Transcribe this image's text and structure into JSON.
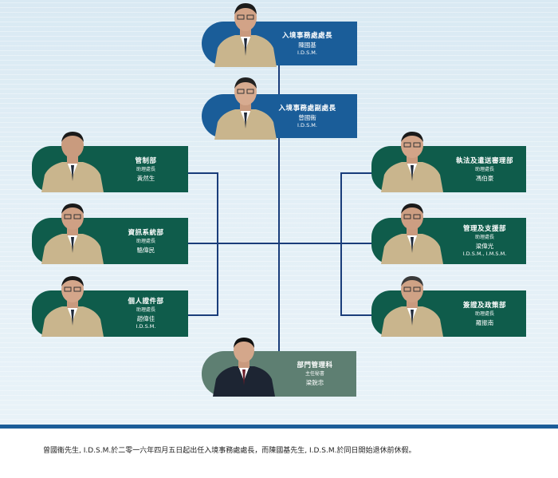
{
  "org_chart": {
    "director": {
      "title": "入境事務處處長",
      "name": "陳國基",
      "honours": "I.D.S.M."
    },
    "deputy": {
      "title": "入境事務處副處長",
      "name": "曾國衞",
      "honours": "I.D.S.M."
    },
    "left_branches": [
      {
        "title": "管制部",
        "rank": "助理處長",
        "name": "黃然生",
        "honours": ""
      },
      {
        "title": "資訊系統部",
        "rank": "助理處長",
        "name": "駱偉民",
        "honours": ""
      },
      {
        "title": "個人證件部",
        "rank": "助理處長",
        "name": "趙偉佳",
        "honours": "I.D.S.M."
      }
    ],
    "right_branches": [
      {
        "title": "執法及遣送審理部",
        "rank": "助理處長",
        "name": "馮伯豪",
        "honours": ""
      },
      {
        "title": "管理及支援部",
        "rank": "助理處長",
        "name": "梁偉光",
        "honours": "I.D.S.M., I.M.S.M."
      },
      {
        "title": "簽證及政策部",
        "rank": "助理處長",
        "name": "羅振南",
        "honours": ""
      }
    ],
    "admin": {
      "title": "部門管理科",
      "rank": "主任秘書",
      "name": "梁銳忠"
    }
  },
  "footnote": "曾國衞先生, I.D.S.M.於二零一六年四月五日起出任入境事務處處長，而陳國基先生, I.D.S.M.於同日開始退休前休假。",
  "colors": {
    "blue": "#1a5d99",
    "green": "#0f5c4b",
    "grey": "#5e7f72",
    "line": "#1a3d7a"
  }
}
